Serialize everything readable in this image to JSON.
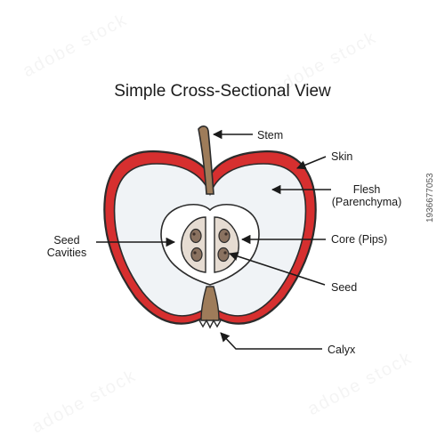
{
  "title": "Simple Cross-Sectional View",
  "labels": {
    "stem": "Stem",
    "skin": "Skin",
    "flesh_line1": "Flesh",
    "flesh_line2": "(Parenchyma)",
    "seed_cavities_line1": "Seed",
    "seed_cavities_line2": "Cavities",
    "core": "Core (Pips)",
    "seed": "Seed",
    "calyx": "Calyx"
  },
  "side_code": "1936677053",
  "colors": {
    "skin_red": "#d62f2f",
    "outline": "#2b2b2b",
    "flesh": "#f0f3f6",
    "stem_brown": "#9e7c5a",
    "seed_fill": "#8a7260",
    "seed_dot": "#3d3029",
    "arrow": "#1a1a1a"
  }
}
